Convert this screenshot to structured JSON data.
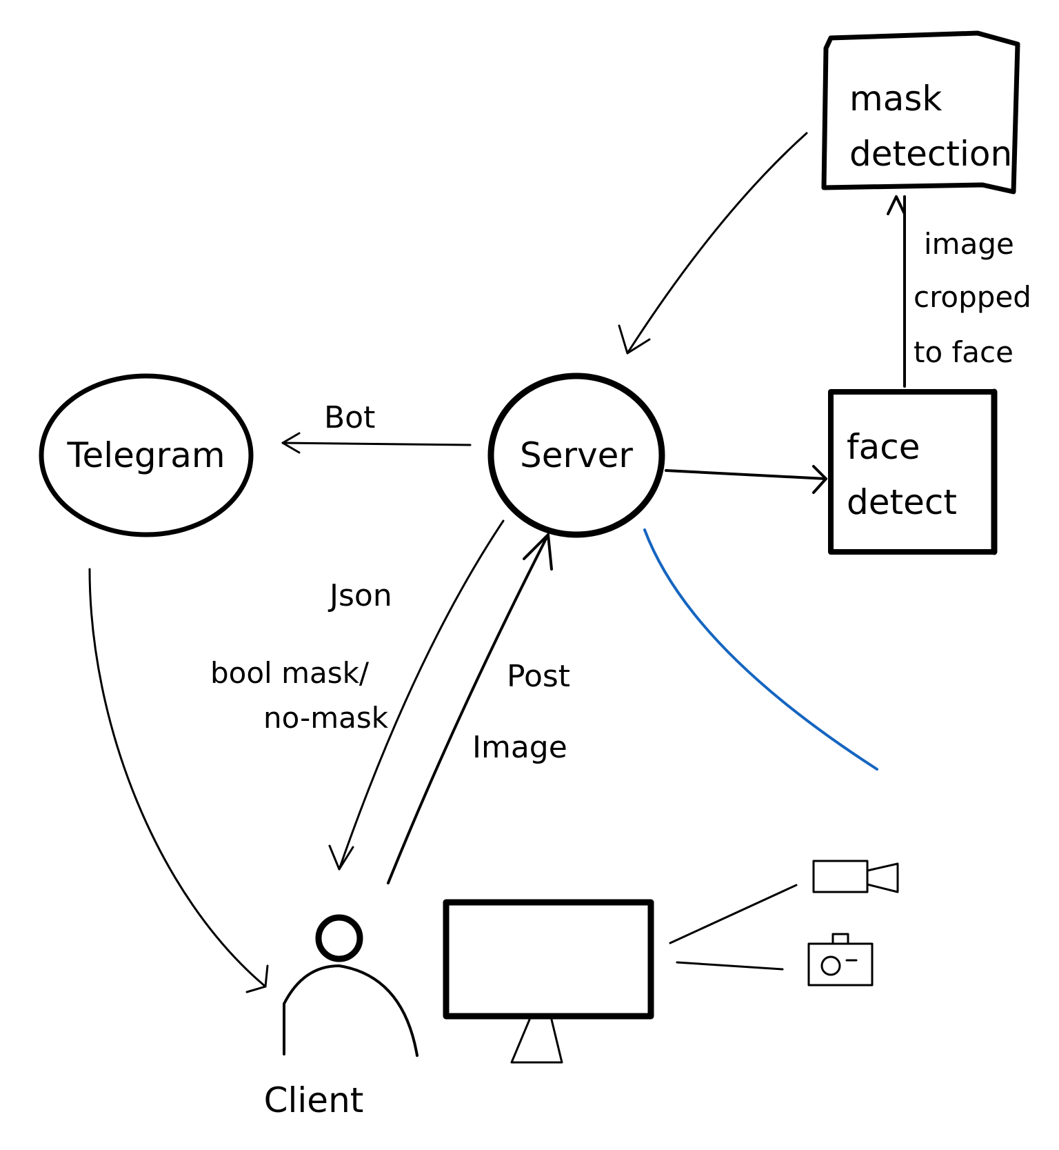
{
  "colors": {
    "ink": "#000000",
    "camera_link": "#1565c0",
    "background": "#ffffff"
  },
  "nodes": {
    "telegram": "Telegram",
    "server": "Server",
    "mask_detection_line1": "mask",
    "mask_detection_line2": "detection",
    "face_detect_line1": "face",
    "face_detect_line2": "detect",
    "client": "Client"
  },
  "edges": {
    "bot": "Bot",
    "json": "Json",
    "bool_line1": "bool mask/",
    "bool_line2": "no-mask",
    "post_line1": "Post",
    "post_line2": "Image",
    "crop_line1": "image",
    "crop_line2": "cropped",
    "crop_line3": "to face"
  },
  "icons": {
    "person": "person-icon",
    "monitor": "monitor-icon",
    "video_camera": "video-camera-icon",
    "photo_camera": "camera-icon"
  }
}
